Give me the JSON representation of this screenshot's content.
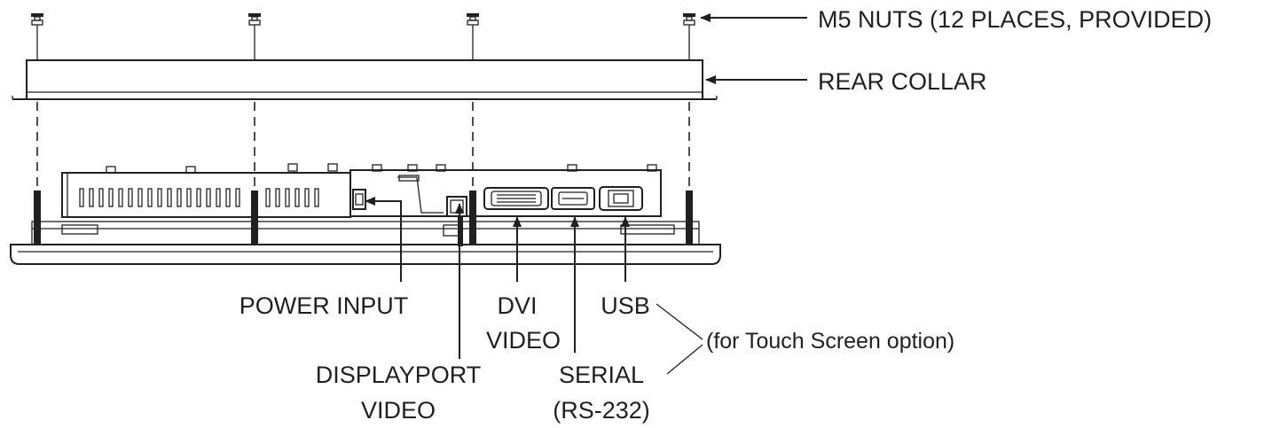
{
  "labels": {
    "nuts": "M5 NUTS (12 PLACES, PROVIDED)",
    "rear_collar": "REAR COLLAR",
    "power_input": "POWER INPUT",
    "dvi_line1": "DVI",
    "dvi_line2": "VIDEO",
    "usb": "USB",
    "touch_note": "(for Touch Screen option)",
    "displayport_line1": "DISPLAYPORT",
    "displayport_line2": "VIDEO",
    "serial_line1": "SERIAL",
    "serial_line2": "(RS-232)"
  },
  "colors": {
    "ink": "#231f20",
    "background": "#ffffff"
  }
}
